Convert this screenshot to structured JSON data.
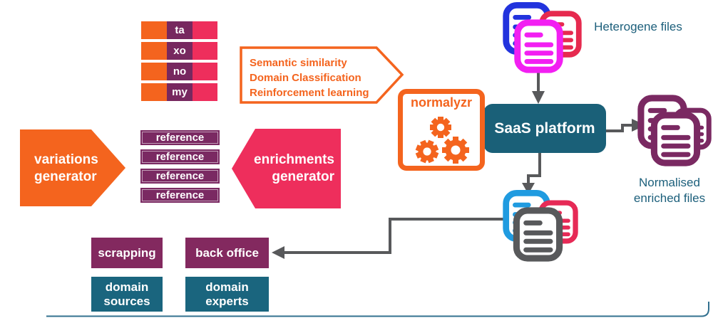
{
  "colors": {
    "orange": "#F4641E",
    "purple": "#7A2962",
    "pink": "#EE2E5C",
    "teal_box": "#1A657E",
    "teal_saas": "#1A6078",
    "label_teal": "#1C5F7B",
    "arrow_gray": "#58595B",
    "doc_blue": "#2233DD",
    "doc_magenta": "#F21FF2",
    "doc_red": "#E62A4F",
    "doc_lightblue": "#209BE0",
    "doc_gray": "#58595B",
    "doc_purple": "#7A2962"
  },
  "token_bars": [
    {
      "label": "ta"
    },
    {
      "label": "xo"
    },
    {
      "label": "no"
    },
    {
      "label": "my"
    }
  ],
  "callout": {
    "lines": [
      "Semantic similarity",
      "Domain Classification",
      "Reinforcement learning"
    ]
  },
  "variations_generator": {
    "label": "variations generator"
  },
  "reference_bars": [
    {
      "label": "reference"
    },
    {
      "label": "reference"
    },
    {
      "label": "reference"
    },
    {
      "label": "reference"
    }
  ],
  "enrichments_generator": {
    "label": "enrichments generator"
  },
  "normalyzr": {
    "title": "normalyzr"
  },
  "saas_platform": {
    "label": "SaaS platform"
  },
  "file_labels": {
    "heterogene": "Heterogene files",
    "normalised": "Normalised enriched files"
  },
  "bottom_boxes": {
    "scrapping": "scrapping",
    "back_office": "back office",
    "domain_sources": "domain sources",
    "domain_experts": "domain experts"
  }
}
